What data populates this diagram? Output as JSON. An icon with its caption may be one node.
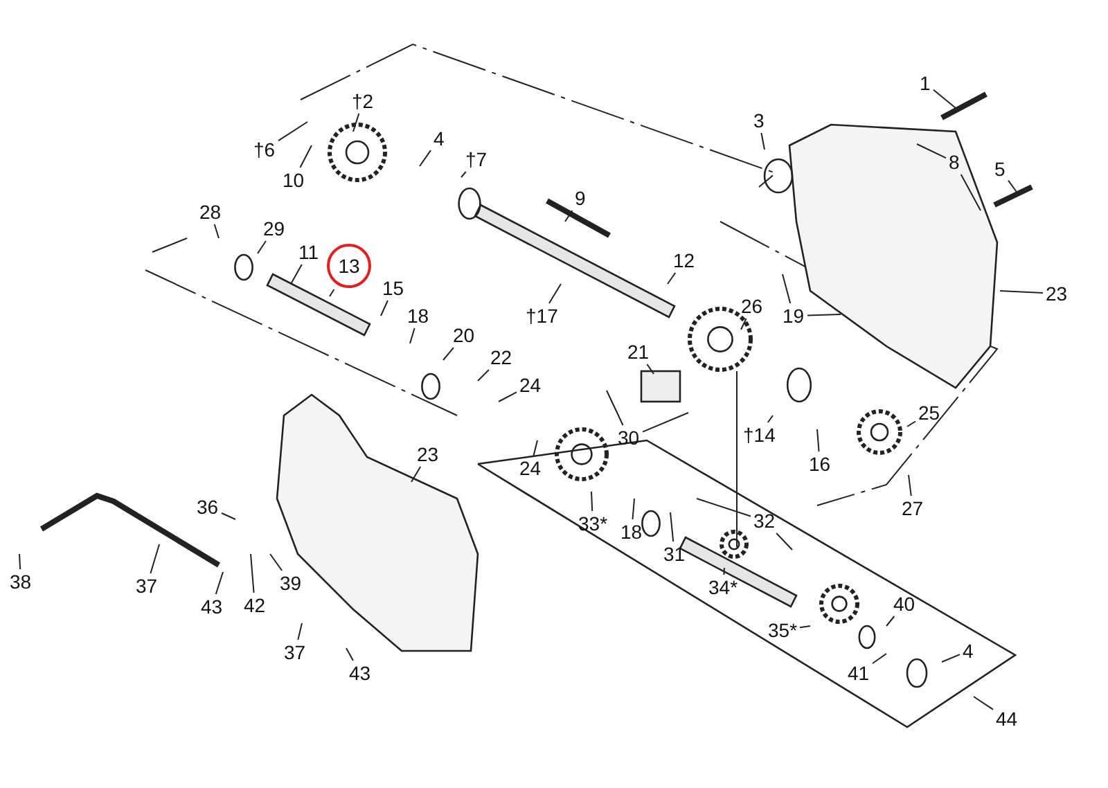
{
  "diagram": {
    "nodes": [
      {
        "text": [
          "1"
        ]
      },
      {
        "text": [
          "†2"
        ]
      },
      {
        "text": [
          "3"
        ]
      },
      {
        "text": [
          "†6"
        ]
      },
      {
        "text": [
          "10"
        ]
      },
      {
        "text": [
          "4"
        ]
      },
      {
        "text": [
          "†7"
        ]
      },
      {
        "text": [
          "8"
        ]
      },
      {
        "text": [
          "5"
        ]
      },
      {
        "text": [
          "9"
        ]
      },
      {
        "text": [
          "28"
        ]
      },
      {
        "text": [
          "29"
        ]
      },
      {
        "text": [
          "11"
        ]
      },
      {
        "text": [
          "13"
        ]
      },
      {
        "text": [
          "15"
        ]
      },
      {
        "text": [
          "12"
        ]
      },
      {
        "text": [
          "†17"
        ]
      },
      {
        "text": [
          "26"
        ]
      },
      {
        "text": [
          "23"
        ]
      },
      {
        "text": [
          "19"
        ]
      },
      {
        "text": [
          "18"
        ]
      },
      {
        "text": [
          "20"
        ]
      },
      {
        "text": [
          "22"
        ]
      },
      {
        "text": [
          "24"
        ]
      },
      {
        "text": [
          "21"
        ]
      },
      {
        "text": [
          "30"
        ]
      },
      {
        "text": [
          "24"
        ]
      },
      {
        "text": [
          "†14"
        ]
      },
      {
        "text": [
          "25"
        ]
      },
      {
        "text": [
          "16"
        ]
      },
      {
        "text": [
          "27"
        ]
      },
      {
        "text": [
          "36"
        ]
      },
      {
        "text": [
          "23"
        ]
      },
      {
        "text": [
          "38"
        ]
      },
      {
        "text": [
          "37"
        ]
      },
      {
        "text": [
          "43"
        ]
      },
      {
        "text": [
          "42"
        ]
      },
      {
        "text": [
          "39"
        ]
      },
      {
        "text": [
          "37"
        ]
      },
      {
        "text": [
          "43"
        ]
      },
      {
        "text": [
          "33*"
        ]
      },
      {
        "text": [
          "18"
        ]
      },
      {
        "text": [
          "31"
        ]
      },
      {
        "text": [
          "32"
        ]
      },
      {
        "text": [
          "34*"
        ]
      },
      {
        "text": [
          "35*"
        ]
      },
      {
        "text": [
          "40"
        ]
      },
      {
        "text": [
          "41"
        ]
      },
      {
        "text": [
          "4"
        ]
      },
      {
        "text": [
          "44"
        ]
      }
    ],
    "edges": [
      {
        "from": 0,
        "to": null,
        "arrow": "none"
      },
      {
        "from": 1,
        "to": null,
        "arrow": "none"
      },
      {
        "from": 2,
        "to": null,
        "arrow": "none"
      },
      {
        "from": 3,
        "to": null,
        "arrow": "none"
      },
      {
        "from": 4,
        "to": null,
        "arrow": "none"
      },
      {
        "from": 5,
        "to": null,
        "arrow": "none"
      },
      {
        "from": 6,
        "to": null,
        "arrow": "none"
      },
      {
        "from": 7,
        "to": null,
        "arrow": "none"
      },
      {
        "from": 7,
        "to": null,
        "arrow": "none"
      },
      {
        "from": 8,
        "to": null,
        "arrow": "none"
      },
      {
        "from": 9,
        "to": null,
        "arrow": "none"
      },
      {
        "from": 10,
        "to": null,
        "arrow": "none"
      },
      {
        "from": 11,
        "to": null,
        "arrow": "none"
      },
      {
        "from": 12,
        "to": null,
        "arrow": "none"
      },
      {
        "from": 13,
        "to": null,
        "arrow": "none"
      },
      {
        "from": 14,
        "to": null,
        "arrow": "none"
      },
      {
        "from": 15,
        "to": null,
        "arrow": "none"
      },
      {
        "from": 16,
        "to": null,
        "arrow": "none"
      },
      {
        "from": 17,
        "to": null,
        "arrow": "none"
      },
      {
        "from": 18,
        "to": null,
        "arrow": "none"
      },
      {
        "from": 19,
        "to": null,
        "arrow": "none"
      },
      {
        "from": 19,
        "to": null,
        "arrow": "none"
      },
      {
        "from": 20,
        "to": null,
        "arrow": "none"
      },
      {
        "from": 21,
        "to": null,
        "arrow": "none"
      },
      {
        "from": 22,
        "to": null,
        "arrow": "none"
      },
      {
        "from": 23,
        "to": null,
        "arrow": "none"
      },
      {
        "from": 24,
        "to": null,
        "arrow": "none"
      },
      {
        "from": 25,
        "to": null,
        "arrow": "none"
      },
      {
        "from": 25,
        "to": null,
        "arrow": "none"
      },
      {
        "from": 26,
        "to": null,
        "arrow": "none"
      },
      {
        "from": 27,
        "to": null,
        "arrow": "none"
      },
      {
        "from": 28,
        "to": null,
        "arrow": "none"
      },
      {
        "from": 29,
        "to": null,
        "arrow": "none"
      },
      {
        "from": 30,
        "to": null,
        "arrow": "none"
      },
      {
        "from": 31,
        "to": null,
        "arrow": "none"
      },
      {
        "from": 32,
        "to": null,
        "arrow": "none"
      },
      {
        "from": 33,
        "to": null,
        "arrow": "none"
      },
      {
        "from": 34,
        "to": null,
        "arrow": "none"
      },
      {
        "from": 35,
        "to": null,
        "arrow": "none"
      },
      {
        "from": 36,
        "to": null,
        "arrow": "none"
      },
      {
        "from": 37,
        "to": null,
        "arrow": "none"
      },
      {
        "from": 38,
        "to": null,
        "arrow": "none"
      },
      {
        "from": 39,
        "to": null,
        "arrow": "none"
      },
      {
        "from": 40,
        "to": null,
        "arrow": "none"
      },
      {
        "from": 41,
        "to": null,
        "arrow": "none"
      },
      {
        "from": 42,
        "to": null,
        "arrow": "none"
      },
      {
        "from": 43,
        "to": null,
        "arrow": "none"
      },
      {
        "from": 43,
        "to": null,
        "arrow": "none"
      },
      {
        "from": 44,
        "to": null,
        "arrow": "none"
      },
      {
        "from": 45,
        "to": null,
        "arrow": "none"
      },
      {
        "from": 46,
        "to": null,
        "arrow": "none"
      },
      {
        "from": 47,
        "to": null,
        "arrow": "none"
      },
      {
        "from": 48,
        "to": null,
        "arrow": "none"
      },
      {
        "from": 49,
        "to": null,
        "arrow": "none"
      }
    ]
  }
}
